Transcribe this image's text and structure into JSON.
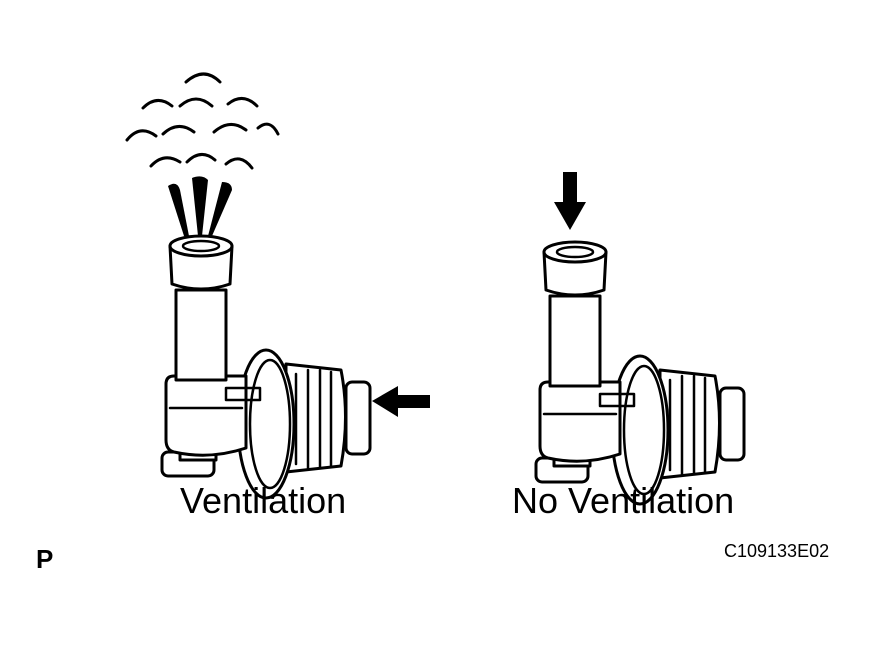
{
  "labels": {
    "left": "Ventilation",
    "right": "No Ventilation",
    "page_marker": "P",
    "figure_code": "C109133E02"
  }
}
